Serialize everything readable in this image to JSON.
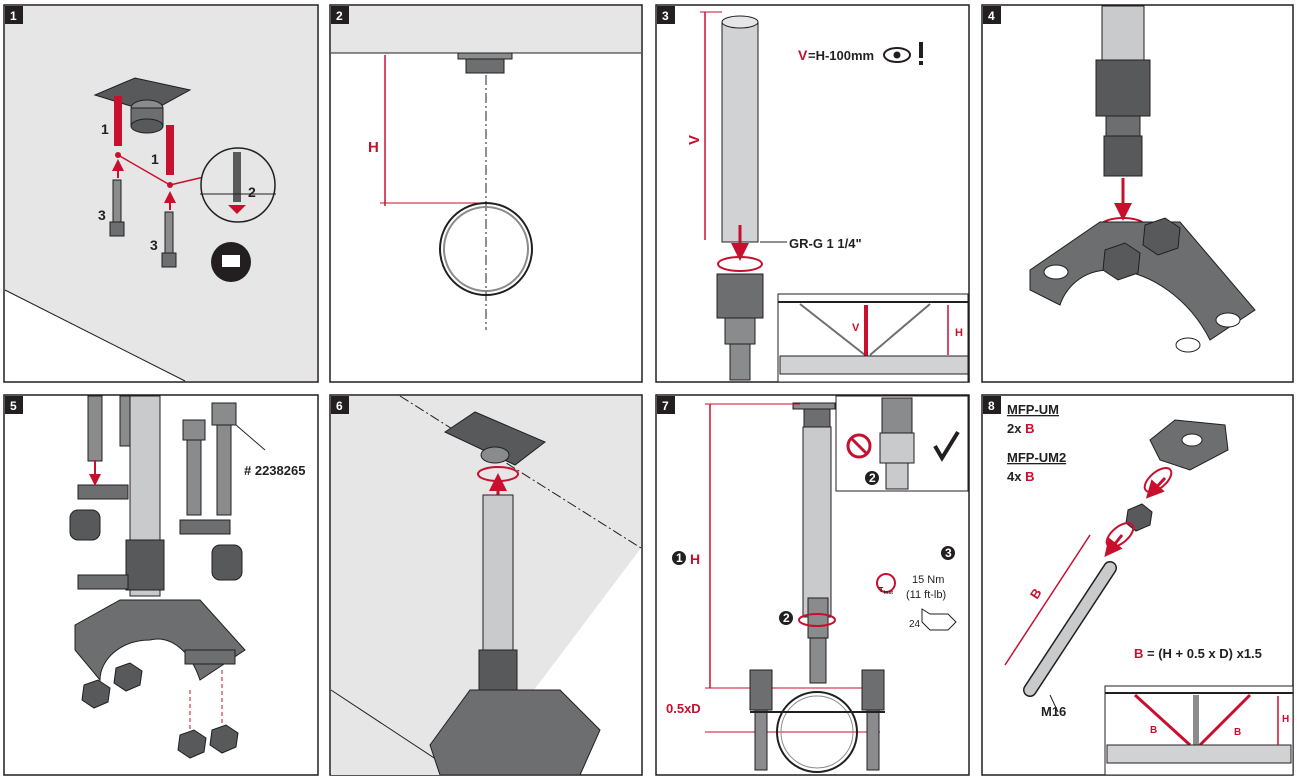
{
  "panels": [
    {
      "number": "1",
      "labels": {
        "step_1a": "1",
        "step_1b": "1",
        "step_2": "2",
        "step_3a": "3",
        "step_3b": "3"
      }
    },
    {
      "number": "2",
      "labels": {
        "h": "H"
      }
    },
    {
      "number": "3",
      "labels": {
        "v": "V",
        "v_formula_prefix": "V",
        "v_formula": "=H-100mm",
        "pipe": "GR-G 1 1/4\"",
        "inset_v": "V",
        "inset_h": "H"
      }
    },
    {
      "number": "4",
      "labels": {}
    },
    {
      "number": "5",
      "labels": {
        "part": "# 2238265"
      }
    },
    {
      "number": "6",
      "labels": {}
    },
    {
      "number": "7",
      "labels": {
        "step1": "1",
        "h": "H",
        "step2": "2",
        "step3": "3",
        "torque_sub": "inst",
        "torque_t": "T",
        "torque1": "15 Nm",
        "torque2": "(11 ft-lb)",
        "wrench": "24",
        "inset_step": "2",
        "half_d": "0.5xD"
      }
    },
    {
      "number": "8",
      "labels": {
        "mfp_um": "MFP-UM",
        "qty1_prefix": "2x ",
        "qty1_b": "B",
        "mfp_um2": "MFP-UM2",
        "qty2_prefix": "4x ",
        "qty2_b": "B",
        "rod_b": "B",
        "formula_b": "B",
        "formula": " = (H + 0.5 x D) x1.5",
        "m16": "M16",
        "inset_b1": "B",
        "inset_b2": "B",
        "inset_h": "H"
      }
    }
  ],
  "colors": {
    "accent": "#c8102e",
    "ink": "#231f20",
    "wall": "#e6e6e6",
    "metal": "#6d6e70",
    "pipe": "#c9cacc"
  }
}
